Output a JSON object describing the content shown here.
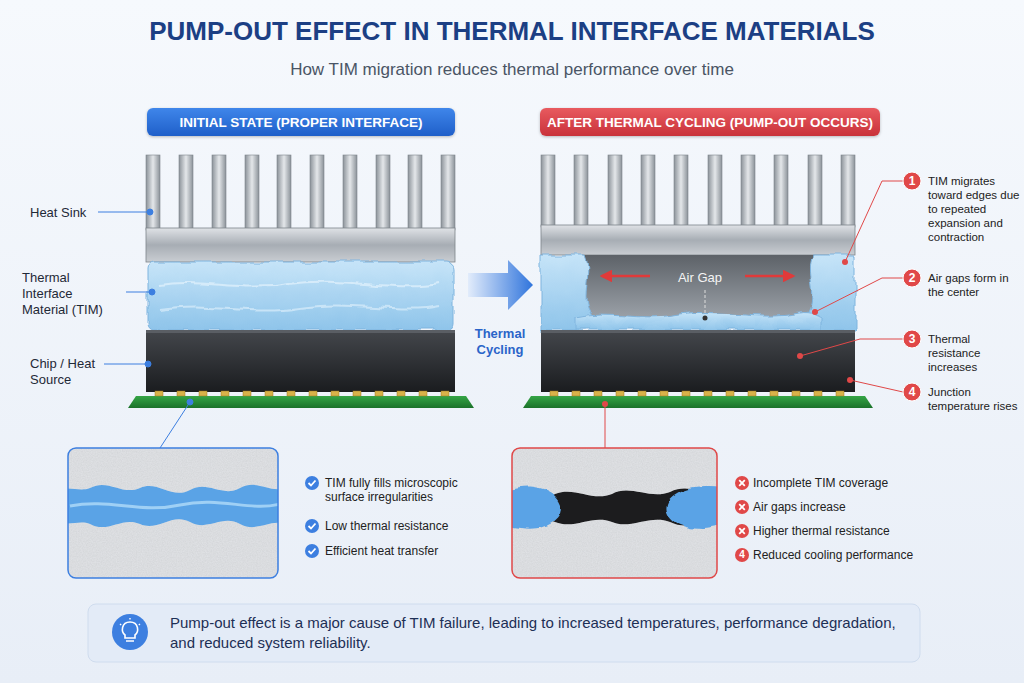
{
  "diagram": {
    "title": "PUMP-OUT EFFECT IN THERMAL INTERFACE MATERIALS",
    "caption": "Pump-out effect is a major cause of TIM failure, leading to increased temperatures, performance degradation, and reduced system reliability.",
    "nodes": [
      {
        "text": [
          "INITIAL STATE (PROPER INTERFACE)"
        ]
      },
      {
        "text": [
          "AFTER THERMAL CYCLING (PUMP-OUT OCCURS)"
        ]
      }
    ],
    "labels": [
      "How TIM migration reduces thermal performance over time",
      "Heat Sink",
      "Thermal Interface Material (TIM)",
      "Chip / Heat Source",
      "Thermal Cycling",
      "Air Gap",
      "1",
      "TIM migrates toward edges due to repeated expansion and contraction",
      "2",
      "Air gaps form in the center",
      "3",
      "Thermal resistance increases",
      "4",
      "Junction temperature rises",
      "TIM fully fills microscopic surface irregularities",
      "Low thermal resistance",
      "Efficient heat transfer",
      "Incomplete TIM coverage",
      "Air gaps increase",
      "Higher thermal resistance",
      "4",
      "Reduced cooling performance"
    ]
  }
}
